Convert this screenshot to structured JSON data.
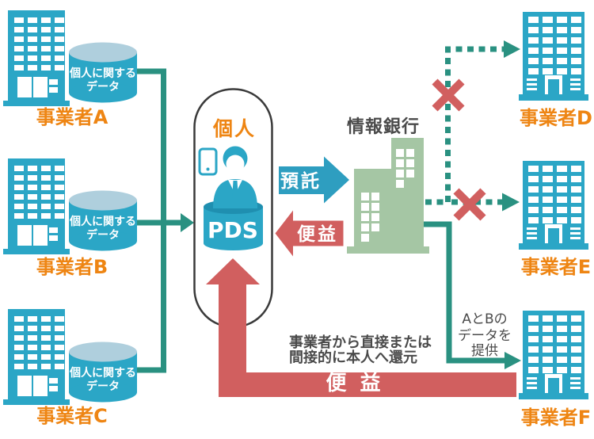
{
  "palette": {
    "teal": "#2BA6C6",
    "teal_dark_top": "#1F8FB0",
    "cylinder_top": "#AFCFDD",
    "connector_green": "#2A9181",
    "bank_green": "#A5C6A4",
    "red": "#D15F5F",
    "orange": "#EE8513",
    "text_dark": "#4A4A4A"
  },
  "businesses": {
    "a": "事業者A",
    "b": "事業者B",
    "c": "事業者C",
    "d": "事業者D",
    "e": "事業者E",
    "f": "事業者F"
  },
  "data_cylinder": {
    "line1": "個人に関する",
    "line2": "データ"
  },
  "individual": {
    "label": "個人",
    "pds_label": "PDS"
  },
  "info_bank": {
    "label": "情報銀行"
  },
  "arrows": {
    "deposit_label": "預託",
    "benefit_label": "便益",
    "benefit_bottom_label": "便 益",
    "provide_label": {
      "line1": "AとBの",
      "line2": "データを",
      "line3": "提供"
    },
    "return_note": {
      "line1": "事業者から直接または",
      "line2": "間接的に本人へ還元"
    }
  }
}
